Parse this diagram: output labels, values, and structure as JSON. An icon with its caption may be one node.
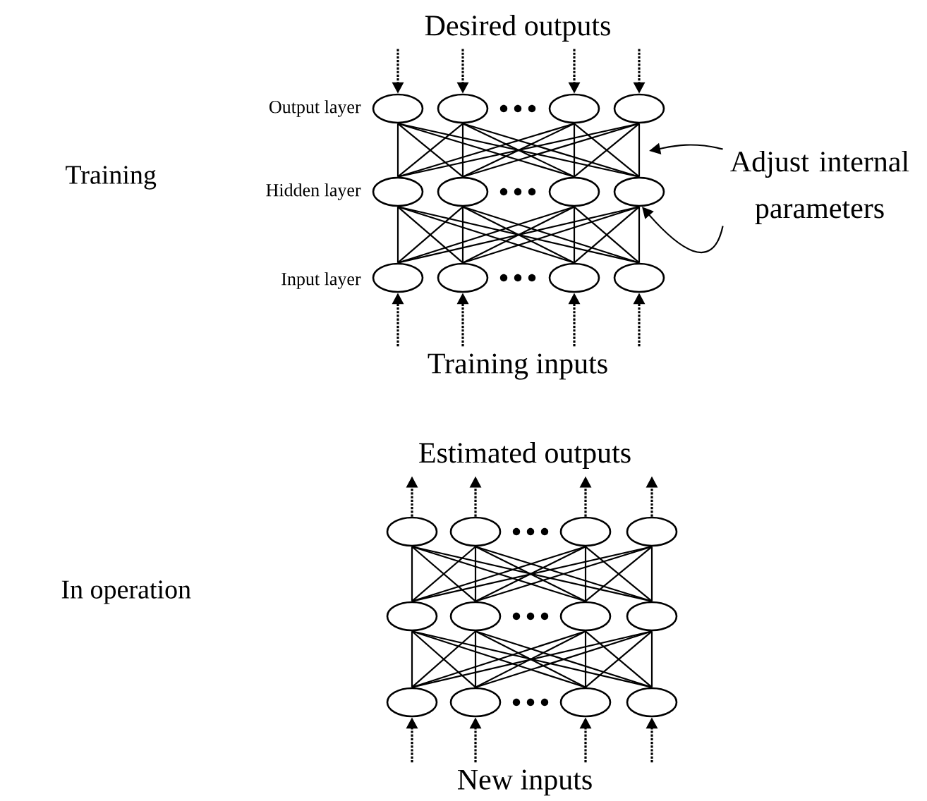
{
  "diagram": {
    "nodes": [
      {
        "text": [
          "Desired outputs"
        ]
      },
      {
        "text": [],
        "shape": "ellipse"
      },
      {
        "text": [],
        "shape": "ellipse"
      },
      {
        "text": [],
        "shape": "ellipse"
      },
      {
        "text": [],
        "shape": "ellipse"
      },
      {
        "text": [],
        "shape": "ellipse"
      },
      {
        "text": [],
        "shape": "ellipse"
      },
      {
        "text": [],
        "shape": "ellipse"
      },
      {
        "text": [],
        "shape": "ellipse"
      },
      {
        "text": [],
        "shape": "ellipse"
      },
      {
        "text": [],
        "shape": "ellipse"
      },
      {
        "text": [],
        "shape": "ellipse"
      },
      {
        "text": [],
        "shape": "ellipse"
      },
      {
        "text": [
          "Training inputs"
        ]
      },
      {
        "text": [
          "Adjust internal parameters"
        ]
      },
      {
        "text": [
          "Estimated outputs"
        ]
      },
      {
        "text": [],
        "shape": "ellipse"
      },
      {
        "text": [],
        "shape": "ellipse"
      },
      {
        "text": [],
        "shape": "ellipse"
      },
      {
        "text": [],
        "shape": "ellipse"
      },
      {
        "text": [],
        "shape": "ellipse"
      },
      {
        "text": [],
        "shape": "ellipse"
      },
      {
        "text": [],
        "shape": "ellipse"
      },
      {
        "text": [],
        "shape": "ellipse"
      },
      {
        "text": [],
        "shape": "ellipse"
      },
      {
        "text": [],
        "shape": "ellipse"
      },
      {
        "text": [],
        "shape": "ellipse"
      },
      {
        "text": [],
        "shape": "ellipse"
      },
      {
        "text": [
          "New inputs"
        ]
      }
    ],
    "edges": [
      {
        "from": 1,
        "to": 5,
        "arrow": "none"
      },
      {
        "from": 1,
        "to": 6,
        "arrow": "none"
      },
      {
        "from": 1,
        "to": 7,
        "arrow": "none"
      },
      {
        "from": 1,
        "to": 8,
        "arrow": "none"
      },
      {
        "from": 2,
        "to": 5,
        "arrow": "none"
      },
      {
        "from": 2,
        "to": 6,
        "arrow": "none"
      },
      {
        "from": 2,
        "to": 7,
        "arrow": "none"
      },
      {
        "from": 2,
        "to": 8,
        "arrow": "none"
      },
      {
        "from": 3,
        "to": 5,
        "arrow": "none"
      },
      {
        "from": 3,
        "to": 6,
        "arrow": "none"
      },
      {
        "from": 3,
        "to": 7,
        "arrow": "none"
      },
      {
        "from": 3,
        "to": 8,
        "arrow": "none"
      },
      {
        "from": 4,
        "to": 5,
        "arrow": "none"
      },
      {
        "from": 4,
        "to": 6,
        "arrow": "none"
      },
      {
        "from": 4,
        "to": 7,
        "arrow": "none"
      },
      {
        "from": 4,
        "to": 8,
        "arrow": "none"
      },
      {
        "from": 5,
        "to": 9,
        "arrow": "none"
      },
      {
        "from": 5,
        "to": 10,
        "arrow": "none"
      },
      {
        "from": 5,
        "to": 11,
        "arrow": "none"
      },
      {
        "from": 5,
        "to": 12,
        "arrow": "none"
      },
      {
        "from": 6,
        "to": 9,
        "arrow": "none"
      },
      {
        "from": 6,
        "to": 10,
        "arrow": "none"
      },
      {
        "from": 6,
        "to": 11,
        "arrow": "none"
      },
      {
        "from": 6,
        "to": 12,
        "arrow": "none"
      },
      {
        "from": 7,
        "to": 9,
        "arrow": "none"
      },
      {
        "from": 7,
        "to": 10,
        "arrow": "none"
      },
      {
        "from": 7,
        "to": 11,
        "arrow": "none"
      },
      {
        "from": 7,
        "to": 12,
        "arrow": "none"
      },
      {
        "from": 8,
        "to": 9,
        "arrow": "none"
      },
      {
        "from": 8,
        "to": 10,
        "arrow": "none"
      },
      {
        "from": 8,
        "to": 11,
        "arrow": "none"
      },
      {
        "from": 8,
        "to": 12,
        "arrow": "none"
      },
      {
        "from": 16,
        "to": 20,
        "arrow": "none"
      },
      {
        "from": 16,
        "to": 21,
        "arrow": "none"
      },
      {
        "from": 16,
        "to": 22,
        "arrow": "none"
      },
      {
        "from": 16,
        "to": 23,
        "arrow": "none"
      },
      {
        "from": 17,
        "to": 20,
        "arrow": "none"
      },
      {
        "from": 17,
        "to": 21,
        "arrow": "none"
      },
      {
        "from": 17,
        "to": 22,
        "arrow": "none"
      },
      {
        "from": 17,
        "to": 23,
        "arrow": "none"
      },
      {
        "from": 18,
        "to": 20,
        "arrow": "none"
      },
      {
        "from": 18,
        "to": 21,
        "arrow": "none"
      },
      {
        "from": 18,
        "to": 22,
        "arrow": "none"
      },
      {
        "from": 18,
        "to": 23,
        "arrow": "none"
      },
      {
        "from": 19,
        "to": 20,
        "arrow": "none"
      },
      {
        "from": 19,
        "to": 21,
        "arrow": "none"
      },
      {
        "from": 19,
        "to": 22,
        "arrow": "none"
      },
      {
        "from": 19,
        "to": 23,
        "arrow": "none"
      },
      {
        "from": 20,
        "to": 24,
        "arrow": "none"
      },
      {
        "from": 20,
        "to": 25,
        "arrow": "none"
      },
      {
        "from": 20,
        "to": 26,
        "arrow": "none"
      },
      {
        "from": 20,
        "to": 27,
        "arrow": "none"
      },
      {
        "from": 21,
        "to": 24,
        "arrow": "none"
      },
      {
        "from": 21,
        "to": 25,
        "arrow": "none"
      },
      {
        "from": 21,
        "to": 26,
        "arrow": "none"
      },
      {
        "from": 21,
        "to": 27,
        "arrow": "none"
      },
      {
        "from": 22,
        "to": 24,
        "arrow": "none"
      },
      {
        "from": 22,
        "to": 25,
        "arrow": "none"
      },
      {
        "from": 22,
        "to": 26,
        "arrow": "none"
      },
      {
        "from": 22,
        "to": 27,
        "arrow": "none"
      },
      {
        "from": 23,
        "to": 24,
        "arrow": "none"
      },
      {
        "from": 23,
        "to": 25,
        "arrow": "none"
      },
      {
        "from": 23,
        "to": 26,
        "arrow": "none"
      },
      {
        "from": 23,
        "to": 27,
        "arrow": "none"
      },
      {
        "from": 0,
        "to": 1,
        "arrow": "to",
        "style": "dashed"
      },
      {
        "from": 0,
        "to": 2,
        "arrow": "to",
        "style": "dashed"
      },
      {
        "from": 0,
        "to": 3,
        "arrow": "to",
        "style": "dashed"
      },
      {
        "from": 0,
        "to": 4,
        "arrow": "to",
        "style": "dashed"
      },
      {
        "from": 13,
        "to": 9,
        "arrow": "to",
        "style": "dashed"
      },
      {
        "from": 13,
        "to": 10,
        "arrow": "to",
        "style": "dashed"
      },
      {
        "from": 13,
        "to": 11,
        "arrow": "to",
        "style": "dashed"
      },
      {
        "from": 13,
        "to": 12,
        "arrow": "to",
        "style": "dashed"
      },
      {
        "from": 16,
        "to": 15,
        "arrow": "to",
        "style": "dashed"
      },
      {
        "from": 17,
        "to": 15,
        "arrow": "to",
        "style": "dashed"
      },
      {
        "from": 18,
        "to": 15,
        "arrow": "to",
        "style": "dashed"
      },
      {
        "from": 19,
        "to": 15,
        "arrow": "to",
        "style": "dashed"
      },
      {
        "from": 28,
        "to": 24,
        "arrow": "to",
        "style": "dashed"
      },
      {
        "from": 28,
        "to": 25,
        "arrow": "to",
        "style": "dashed"
      },
      {
        "from": 28,
        "to": 26,
        "arrow": "to",
        "style": "dashed"
      },
      {
        "from": 28,
        "to": 27,
        "arrow": "to",
        "style": "dashed"
      },
      {
        "from": 14,
        "to": null,
        "arrow": "to"
      },
      {
        "from": 14,
        "to": 8,
        "arrow": "to"
      }
    ],
    "labels": [
      "Output layer",
      "Training",
      "Hidden layer",
      "Input layer",
      "In operation"
    ]
  }
}
